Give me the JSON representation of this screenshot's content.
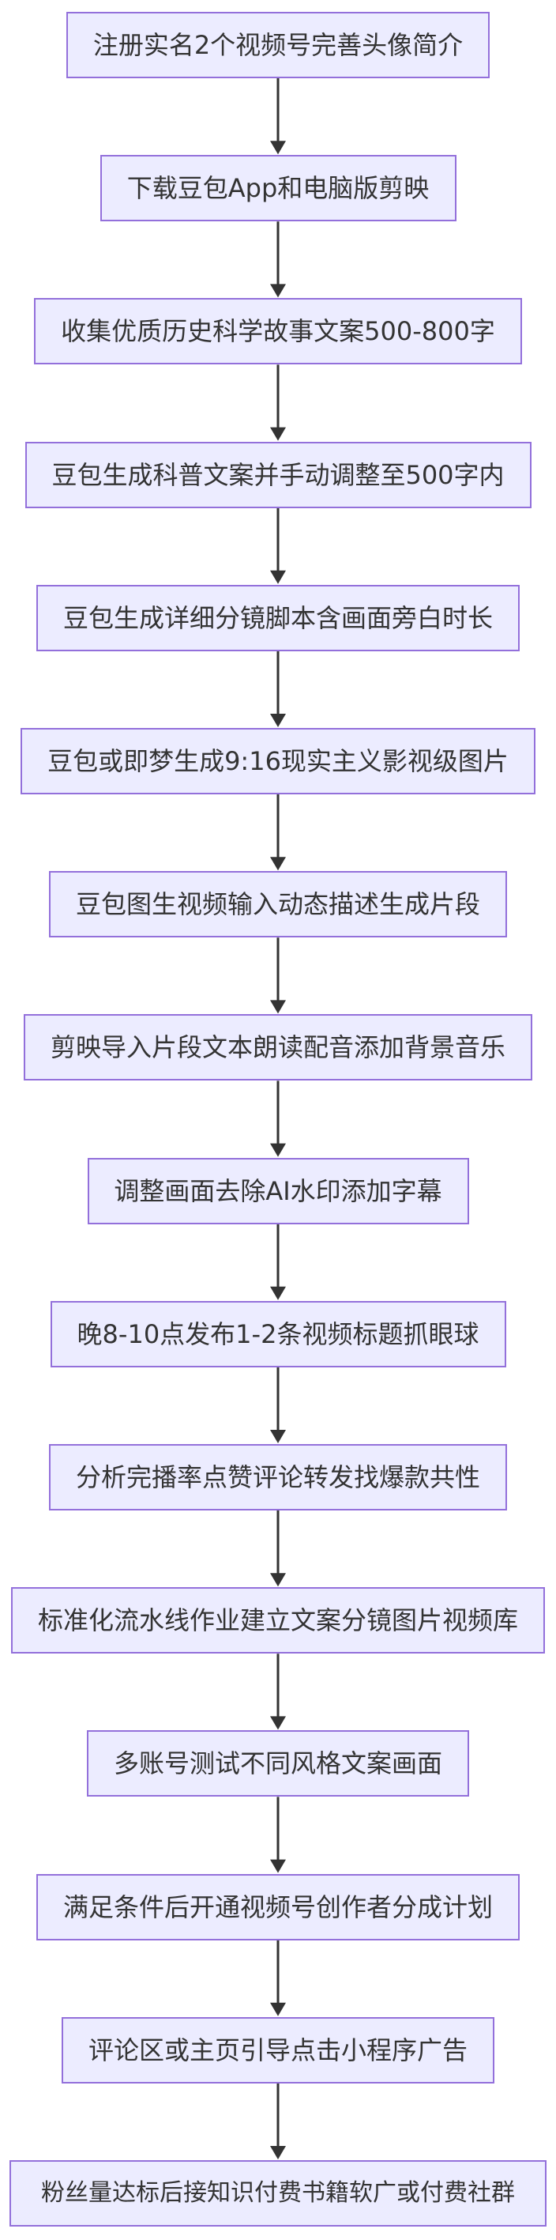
{
  "flowchart": {
    "direction": "top-down",
    "colors": {
      "node_fill": "#ececff",
      "node_border": "#9370db",
      "text": "#333333",
      "edge": "#333333"
    },
    "nodes": [
      {
        "id": "n1",
        "label": "注册实名2个视频号完善头像简介"
      },
      {
        "id": "n2",
        "label": "下载豆包App和电脑版剪映"
      },
      {
        "id": "n3",
        "label": "收集优质历史科学故事文案500-800字"
      },
      {
        "id": "n4",
        "label": "豆包生成科普文案并手动调整至500字内"
      },
      {
        "id": "n5",
        "label": "豆包生成详细分镜脚本含画面旁白时长"
      },
      {
        "id": "n6",
        "label": "豆包或即梦生成9:16现实主义影视级图片"
      },
      {
        "id": "n7",
        "label": "豆包图生视频输入动态描述生成片段"
      },
      {
        "id": "n8",
        "label": "剪映导入片段文本朗读配音添加背景音乐"
      },
      {
        "id": "n9",
        "label": "调整画面去除AI水印添加字幕"
      },
      {
        "id": "n10",
        "label": "晚8-10点发布1-2条视频标题抓眼球"
      },
      {
        "id": "n11",
        "label": "分析完播率点赞评论转发找爆款共性"
      },
      {
        "id": "n12",
        "label": "标准化流水线作业建立文案分镜图片视频库"
      },
      {
        "id": "n13",
        "label": "多账号测试不同风格文案画面"
      },
      {
        "id": "n14",
        "label": "满足条件后开通视频号创作者分成计划"
      },
      {
        "id": "n15",
        "label": "评论区或主页引导点击小程序广告"
      },
      {
        "id": "n16",
        "label": "粉丝量达标后接知识付费书籍软广或付费社群"
      }
    ],
    "edges": [
      {
        "from": "n1",
        "to": "n2"
      },
      {
        "from": "n2",
        "to": "n3"
      },
      {
        "from": "n3",
        "to": "n4"
      },
      {
        "from": "n4",
        "to": "n5"
      },
      {
        "from": "n5",
        "to": "n6"
      },
      {
        "from": "n6",
        "to": "n7"
      },
      {
        "from": "n7",
        "to": "n8"
      },
      {
        "from": "n8",
        "to": "n9"
      },
      {
        "from": "n9",
        "to": "n10"
      },
      {
        "from": "n10",
        "to": "n11"
      },
      {
        "from": "n11",
        "to": "n12"
      },
      {
        "from": "n12",
        "to": "n13"
      },
      {
        "from": "n13",
        "to": "n14"
      },
      {
        "from": "n14",
        "to": "n15"
      },
      {
        "from": "n15",
        "to": "n16"
      }
    ]
  }
}
